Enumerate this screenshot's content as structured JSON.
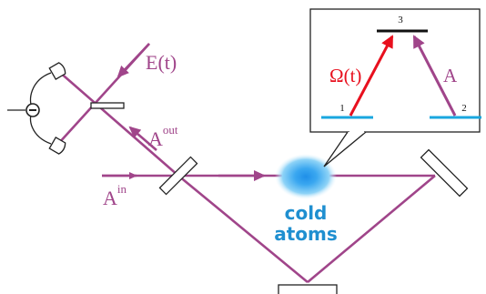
{
  "colors": {
    "beam": "#a0458a",
    "control": "#e8101e",
    "level": "#1aa7df",
    "excited_level": "#111111",
    "atoms_text": "#1f8fd0",
    "outline": "#222222"
  },
  "labels": {
    "E": "E(t)",
    "A_out_base": "A",
    "A_out_sup": "out",
    "A_in_base": "A",
    "A_in_sup": "in",
    "atoms_line1": "cold",
    "atoms_line2": "atoms"
  },
  "inset": {
    "level_1": "1",
    "level_2": "2",
    "level_3": "3",
    "omega": "Ω(t)",
    "A": "A"
  },
  "icons": [
    "detector-icon",
    "minus-circle-icon",
    "beam-splitter-icon",
    "mirror-icon",
    "atom-cloud-icon",
    "arrow-icon"
  ]
}
